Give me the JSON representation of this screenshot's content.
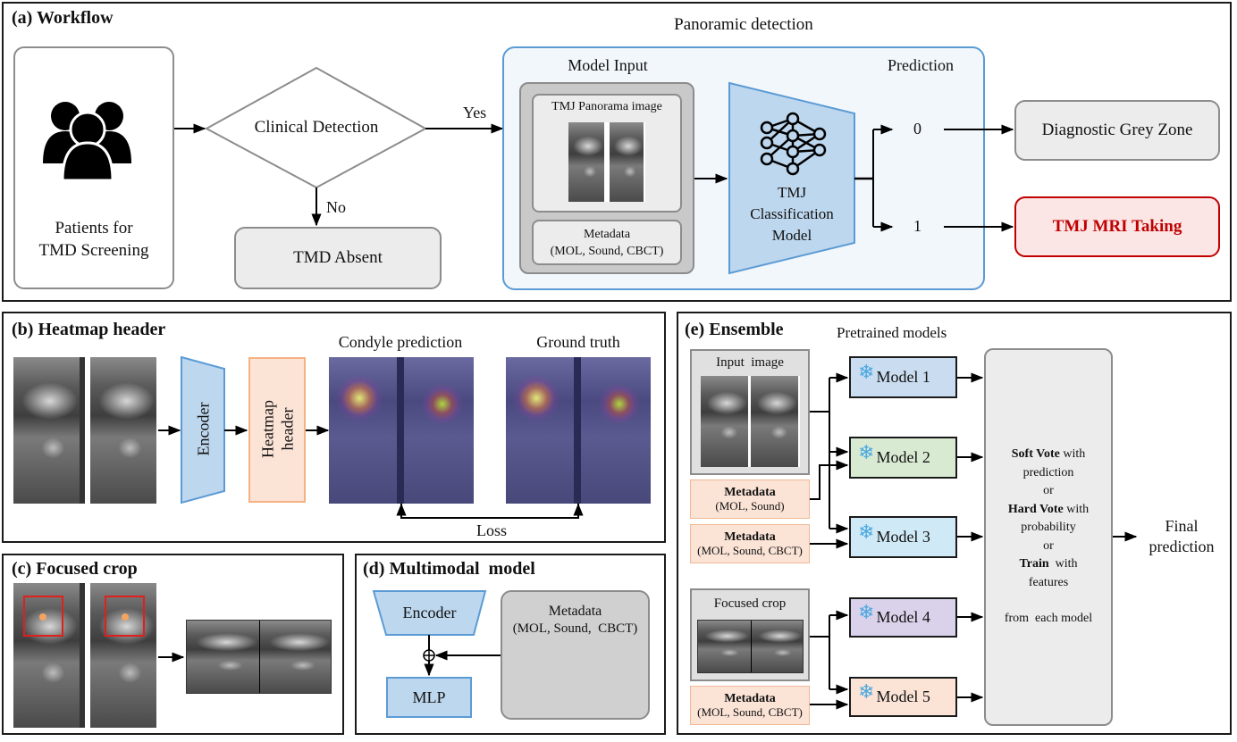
{
  "panels": {
    "a": {
      "title": "(a) Workflow",
      "patients_label_1": "Patients for",
      "patients_label_2": "TMD Screening",
      "decision": "Clinical Detection",
      "yes": "Yes",
      "no": "No",
      "absent": "TMD Absent",
      "panoramic_title": "Panoramic detection",
      "model_input_title": "Model Input",
      "prediction_title": "Prediction",
      "panorama_image_label": "TMJ Panorama image",
      "metadata_label": "Metadata",
      "metadata_items": "(MOL, Sound, CBCT)",
      "classifier_1": "TMJ",
      "classifier_2": "Classification",
      "classifier_3": "Model",
      "out0": "0",
      "out1": "1",
      "grey_zone": "Diagnostic Grey Zone",
      "mri": "TMJ MRI Taking"
    },
    "b": {
      "title": "(b) Heatmap header",
      "encoder": "Encoder",
      "heatmap_1": "Heatmap",
      "heatmap_2": "header",
      "condyle": "Condyle prediction",
      "ground_truth": "Ground truth",
      "loss": "Loss"
    },
    "c": {
      "title": "(c) Focused crop"
    },
    "d": {
      "title": "(d) Multimodal  model",
      "encoder": "Encoder",
      "mlp": "MLP",
      "metadata": "Metadata",
      "metadata_items": "(MOL, Sound,  CBCT)",
      "concat_symbol": "⊕"
    },
    "e": {
      "title": "(e) Ensemble",
      "pretrained": "Pretrained models",
      "input_image": "Input  image",
      "focused_crop": "Focused crop",
      "meta_a_title": "Metadata",
      "meta_a_items": "(MOL, Sound)",
      "meta_b_title": "Metadata",
      "meta_b_items": "(MOL, Sound, CBCT)",
      "meta_c_title": "Metadata",
      "meta_c_items": "(MOL, Sound, CBCT)",
      "snowflake": "❄",
      "models": [
        {
          "label": "Model 1",
          "color": "#c9dcf0"
        },
        {
          "label": "Model 2",
          "color": "#d9ead3"
        },
        {
          "label": "Model 3",
          "color": "#cfeaf6"
        },
        {
          "label": "Model 4",
          "color": "#d9d2ea"
        },
        {
          "label": "Model 5",
          "color": "#fbe3d6"
        }
      ],
      "vote": {
        "soft_bold": "Soft Vote",
        "soft_rest": " with",
        "soft_2": "prediction",
        "or1": "or",
        "hard_bold": "Hard Vote",
        "hard_rest": " with",
        "hard_2": "probability",
        "or2": "or",
        "train_bold": "Train",
        "train_rest": "  with",
        "train_2": "features",
        "from": "from  each model"
      },
      "final_1": "Final",
      "final_2": "prediction"
    }
  },
  "colors": {
    "blue_fill": "#bdd7ee",
    "blue_stroke": "#5b9bd5",
    "peach_fill": "#fbe3d6",
    "peach_stroke": "#f4b183",
    "grey_fill": "#ececec",
    "grey_stroke": "#8c8c8c",
    "red_text": "#c00000",
    "red_fill": "#fbe5e5",
    "panoramic_fill": "#f2f7fc"
  }
}
